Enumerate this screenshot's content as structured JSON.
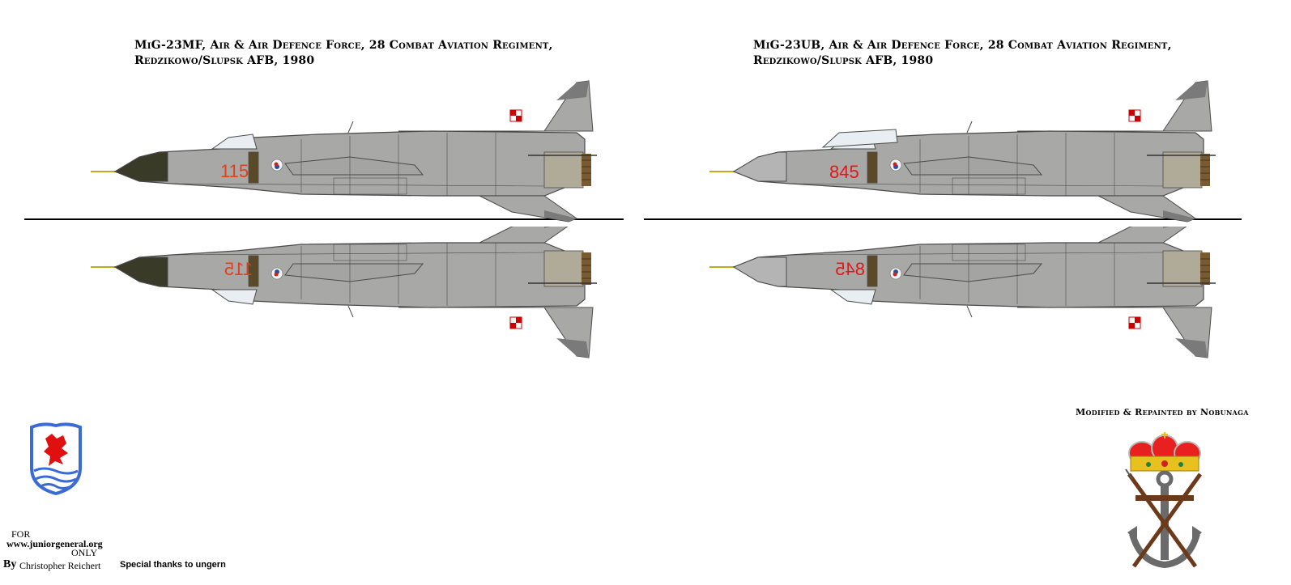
{
  "left_profile": {
    "title_line1": "MiG-23MF, Air & Air Defence Force, 28 Combat Aviation Regiment,",
    "title_line2": "Redzikowo/Slupsk AFB, 1980",
    "aircraft": "MiG-23MF",
    "tail_number": "115",
    "tail_number_mirrored": "115",
    "nose_color": "#3a3a28",
    "number_color": "#e0401a"
  },
  "right_profile": {
    "title_line1": "MiG-23UB, Air & Air Defence Force, 28 Combat Aviation Regiment,",
    "title_line2": "Redzikowo/Slupsk AFB, 1980",
    "aircraft": "MiG-23UB",
    "tail_number": "845",
    "tail_number_mirrored": "845",
    "nose_color": "#b4b4b4",
    "number_color": "#e01818"
  },
  "colors": {
    "fuselage": "#a8a8a6",
    "panel_line": "#4a4a4a",
    "dark_tip": "#7a7a7a",
    "nozzle": "#7a5a30",
    "exhaust": "#b0aa98",
    "checker_red": "#c80000",
    "checker_white": "#ffffff"
  },
  "credits": {
    "modified_by": "Modified & Repainted by Nobunaga",
    "for": "FOR",
    "site": "www.juniorgeneral.org",
    "only": "ONLY",
    "by": "By",
    "author": "Christopher Reichert",
    "thanks": "Special thanks to ungern"
  },
  "emblems": {
    "left": "regiment-griffin-shield",
    "right": "crown-anchor-rifles"
  }
}
